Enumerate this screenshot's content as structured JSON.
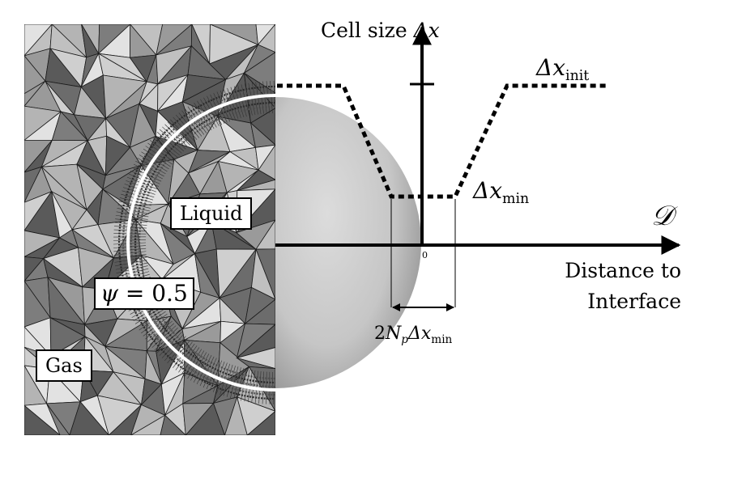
{
  "figure": {
    "labels": {
      "liquid": "Liquid",
      "gas": "Gas",
      "psi_symbol": "ψ",
      "psi_eq": " = 0.5",
      "y_axis_text": "Cell size ",
      "y_axis_symbol": "Δx",
      "x_axis_symbol": "𝒟",
      "x_axis_line1": "Distance to",
      "x_axis_line2": "Interface",
      "origin": "0",
      "dx_init_base": "Δx",
      "dx_init_sub": "init",
      "dx_min_base": "Δx",
      "dx_min_sub": "min",
      "band_prefix": "2",
      "band_N": "N",
      "band_p": "p",
      "band_dx": "Δx",
      "band_sub": "min"
    },
    "colors": {
      "interface_circle": "#ffffff",
      "sphere_light": "#e6e6e6",
      "sphere_dark": "#8a8a8a",
      "axis": "#000000"
    }
  }
}
